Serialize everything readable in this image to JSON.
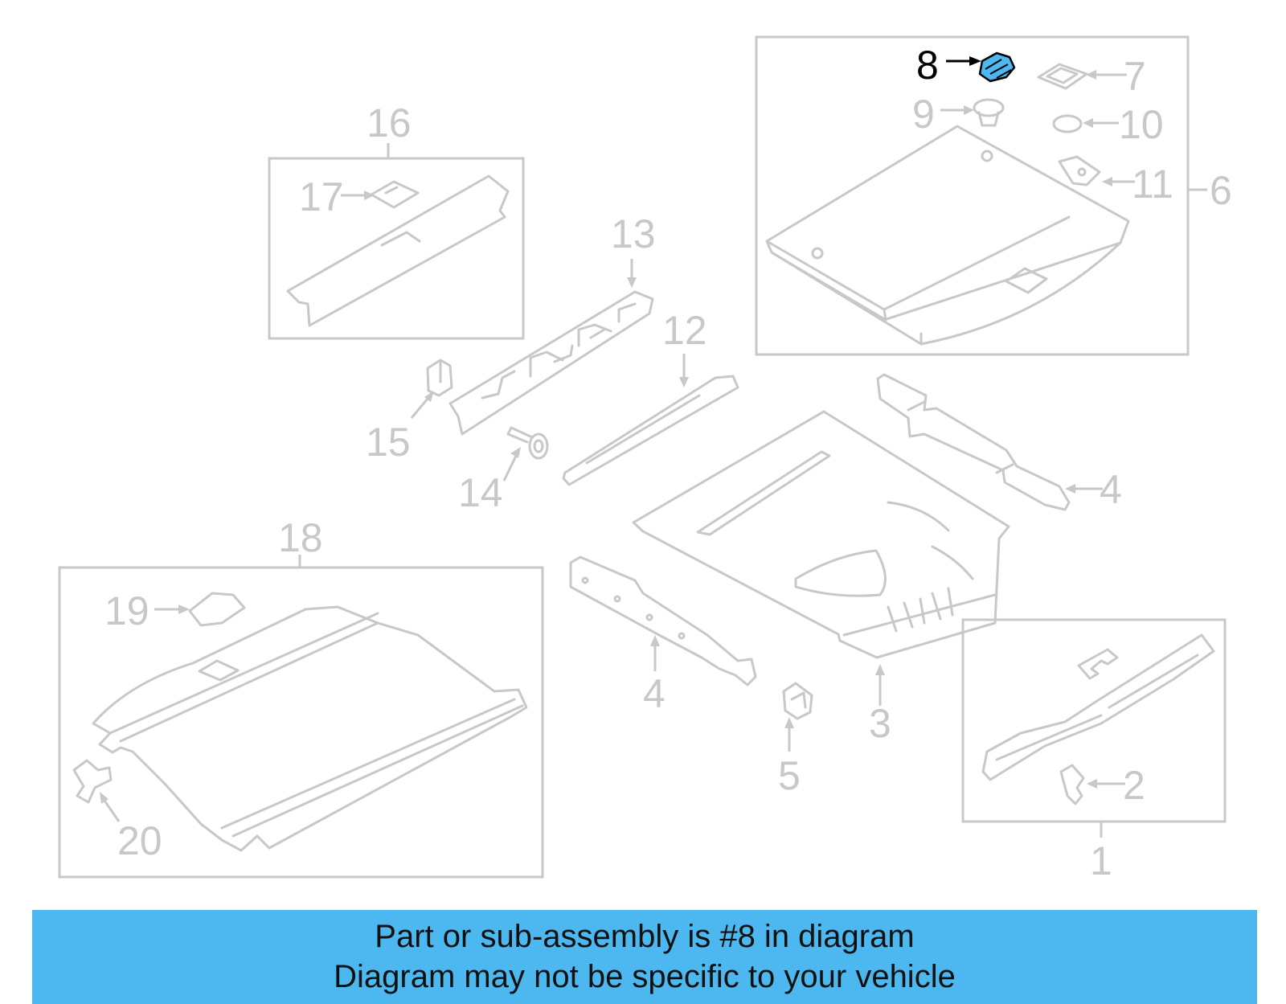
{
  "diagram": {
    "labels": {
      "p1": "1",
      "p2": "2",
      "p3": "3",
      "p4a": "4",
      "p4b": "4",
      "p5": "5",
      "p6": "6",
      "p7": "7",
      "p8": "8",
      "p9": "9",
      "p10": "10",
      "p11": "11",
      "p12": "12",
      "p13": "13",
      "p14": "14",
      "p15": "15",
      "p16": "16",
      "p17": "17",
      "p18": "18",
      "p19": "19",
      "p20": "20"
    },
    "highlighted_part": "8"
  },
  "colors": {
    "highlight_fill": "#4db8f0",
    "line_gray": "#c8c8c8",
    "banner_bg": "#4db8f0"
  },
  "banner": {
    "line1": "Part or sub-assembly is #8 in diagram",
    "line2": "Diagram may not be specific to your vehicle"
  }
}
